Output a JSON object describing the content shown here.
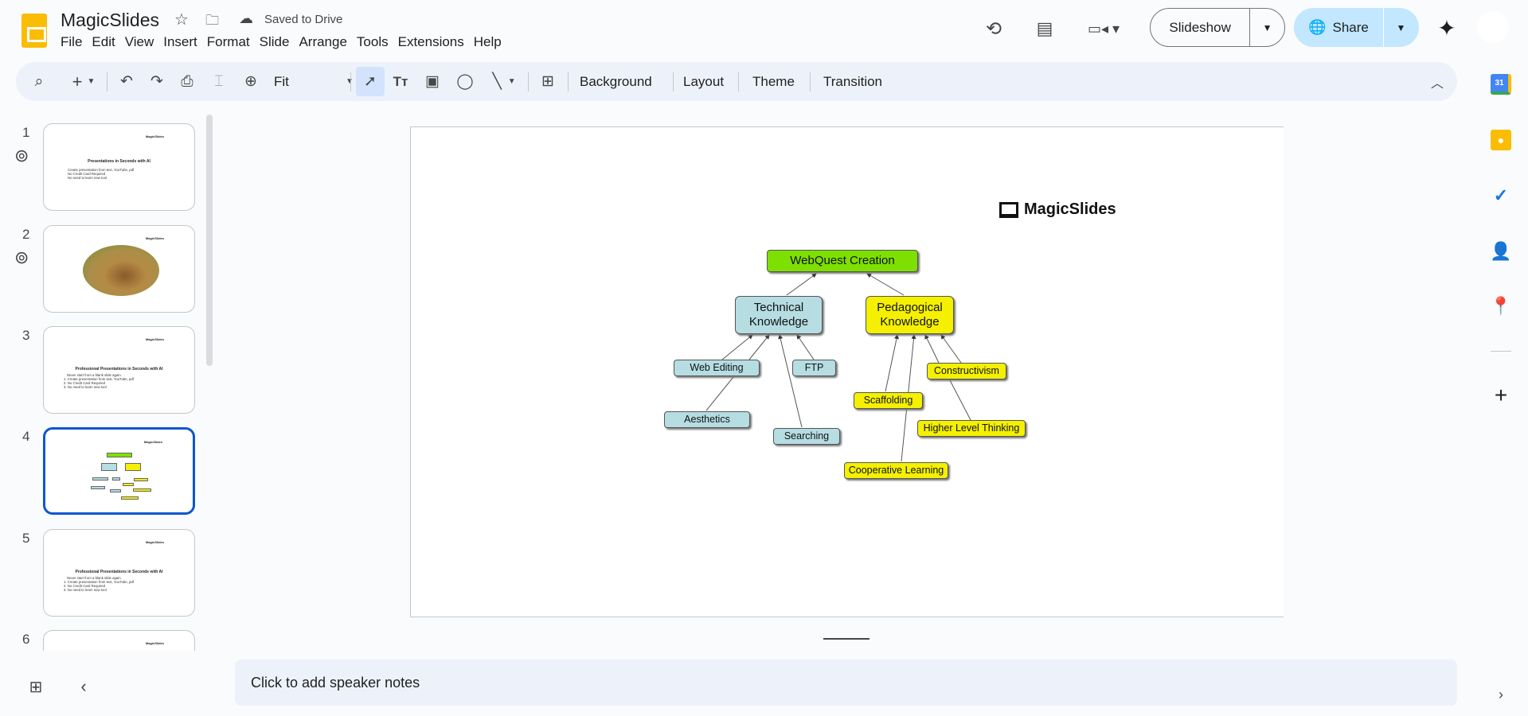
{
  "header": {
    "title": "MagicSlides",
    "status": "Saved to Drive",
    "menu": [
      "File",
      "Edit",
      "View",
      "Insert",
      "Format",
      "Slide",
      "Arrange",
      "Tools",
      "Extensions",
      "Help"
    ],
    "slideshow_label": "Slideshow",
    "share_label": "Share"
  },
  "toolbar": {
    "zoom_value": "Fit",
    "background": "Background",
    "layout": "Layout",
    "theme": "Theme",
    "transition": "Transition"
  },
  "filmstrip": {
    "numbers": [
      "1",
      "2",
      "3",
      "4",
      "5",
      "6"
    ],
    "logo_text": "MagicSlides",
    "slide1": {
      "title": "Presentations in Seconds with AI",
      "bullets": [
        "Create presentation from text, YouTube, pdf",
        "No Credit Card Required",
        "No need to learn new tool"
      ]
    },
    "slide3": {
      "title": "Professional Presentations in Seconds with AI",
      "subtitle": "Never start from a blank slide again.",
      "items": [
        "1. Create presentation from text, YouTube, pdf",
        "2. No Credit Card Required",
        "3. No need to learn new tool"
      ]
    }
  },
  "slide": {
    "logo_text": "MagicSlides",
    "nodes": {
      "root": "WebQuest Creation",
      "technical": "Technical Knowledge",
      "pedagogical": "Pedagogical Knowledge",
      "web_editing": "Web Editing",
      "ftp": "FTP",
      "aesthetics": "Aesthetics",
      "searching": "Searching",
      "constructivism": "Constructivism",
      "scaffolding": "Scaffolding",
      "higher_level": "Higher Level Thinking",
      "cooperative": "Cooperative Learning"
    },
    "colors": {
      "root": "#7ee000",
      "technical": "#b5dde2",
      "pedagogical": "#f4f000"
    }
  },
  "notes": {
    "placeholder": "Click to add speaker notes"
  }
}
